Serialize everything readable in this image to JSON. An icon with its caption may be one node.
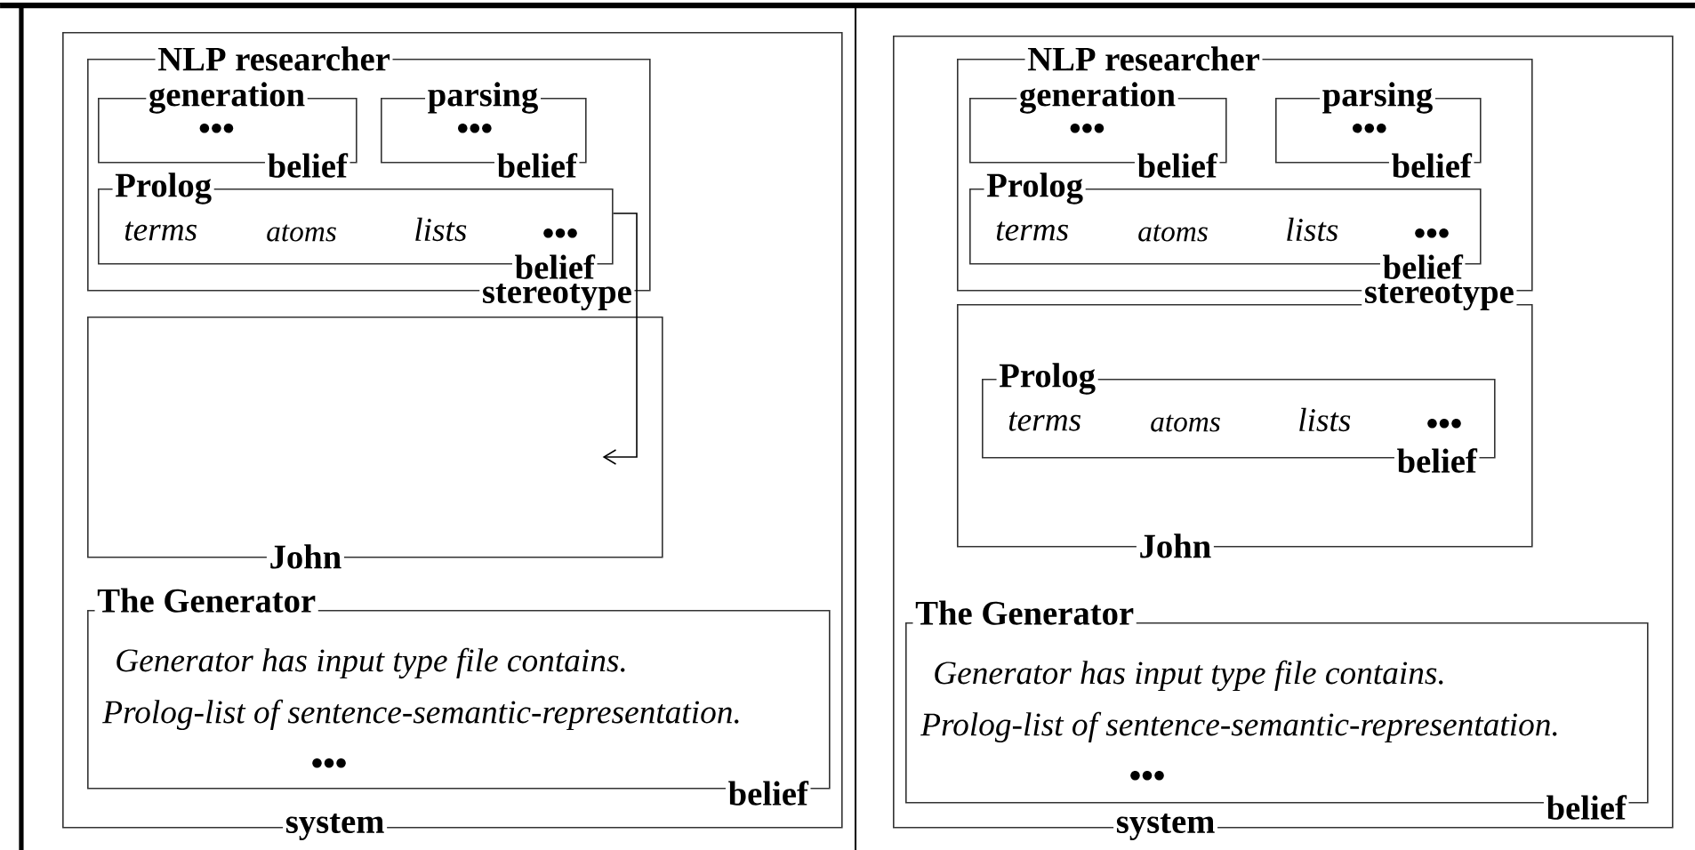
{
  "diagram": {
    "nodes": [
      {
        "text": [
          "system"
        ]
      },
      {
        "text": [
          "NLP researcher",
          "stereotype"
        ],
        "in": 0
      },
      {
        "text": [
          "generation",
          "•••",
          "belief"
        ],
        "in": 1
      },
      {
        "text": [
          "parsing",
          "•••",
          "belief"
        ],
        "in": 1
      },
      {
        "text": [
          "Prolog",
          "terms",
          "atoms",
          "lists",
          "•••",
          "belief"
        ],
        "in": 1
      },
      {
        "text": [
          "John"
        ],
        "in": 0
      },
      {
        "text": [
          "The Generator",
          "Generator has input type file contains.",
          "Prolog-list of sentence-semantic-representation.",
          "•••",
          "belief"
        ],
        "in": 0
      },
      {
        "text": [
          "system"
        ]
      },
      {
        "text": [
          "NLP researcher",
          "stereotype"
        ],
        "in": 7
      },
      {
        "text": [
          "generation",
          "•••",
          "belief"
        ],
        "in": 8
      },
      {
        "text": [
          "parsing",
          "•••",
          "belief"
        ],
        "in": 8
      },
      {
        "text": [
          "Prolog",
          "terms",
          "atoms",
          "lists",
          "•••",
          "belief"
        ],
        "in": 8
      },
      {
        "text": [
          "John"
        ],
        "in": 7
      },
      {
        "text": [
          "Prolog",
          "terms",
          "atoms",
          "lists",
          "•••",
          "belief"
        ],
        "in": 12
      },
      {
        "text": [
          "The Generator",
          "Generator has input type file contains.",
          "Prolog-list of sentence-semantic-representation.",
          "•••",
          "belief"
        ],
        "in": 7
      }
    ],
    "edges": [
      {
        "from": 4,
        "to": 5,
        "arrow": "to"
      }
    ]
  }
}
